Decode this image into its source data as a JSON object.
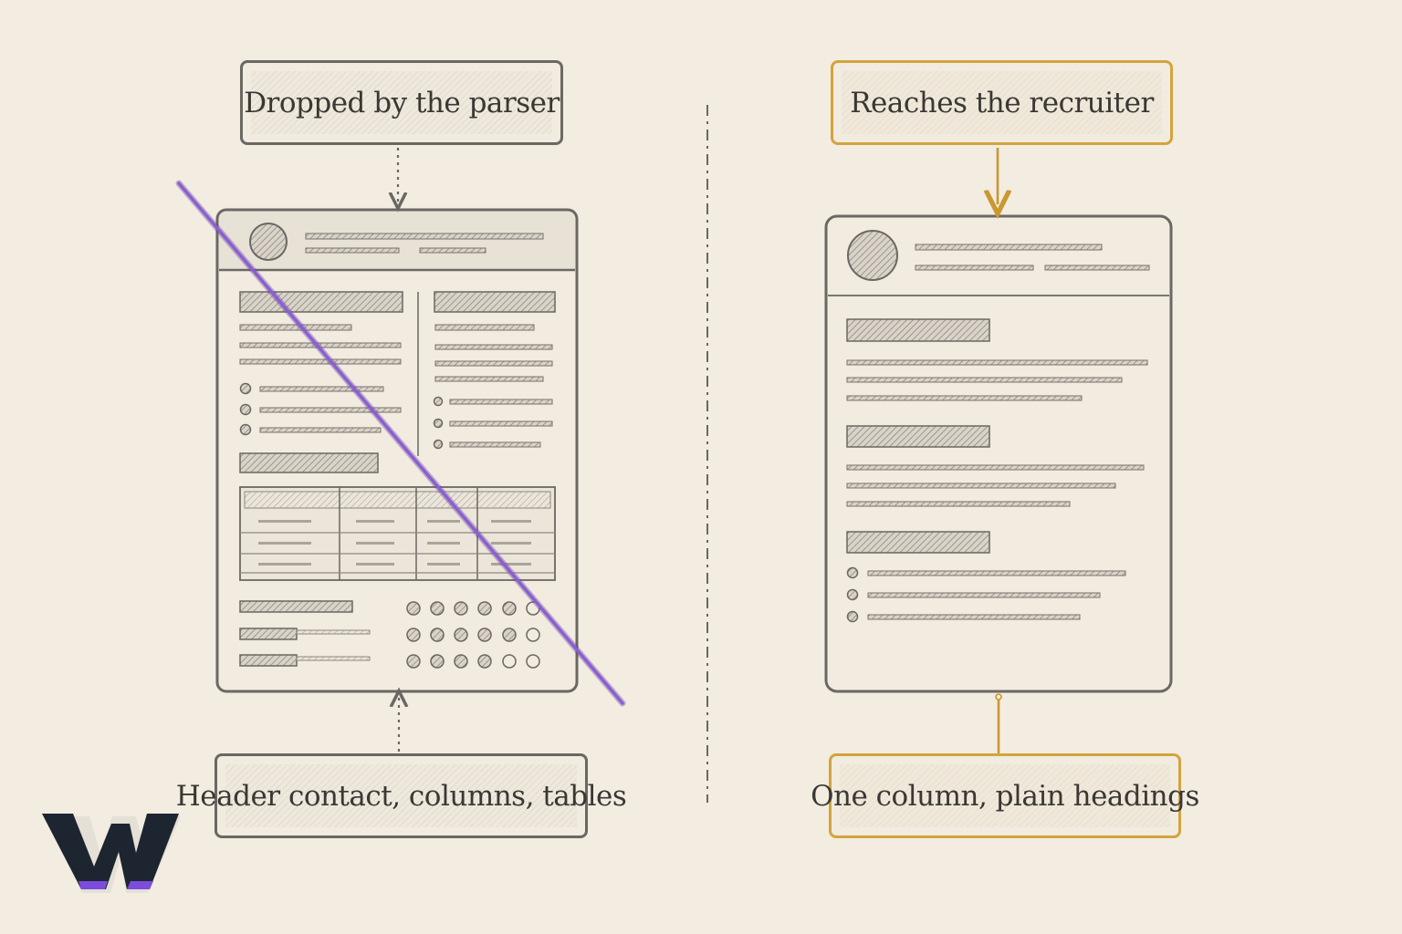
{
  "left_panel": {
    "top_label": "Dropped by the parser",
    "bottom_label": "Header contact, columns, tables"
  },
  "right_panel": {
    "top_label": "Reaches the recruiter",
    "bottom_label": "One column, plain headings"
  },
  "colors": {
    "background": "#f2ece1",
    "ink": "#6b6762",
    "accent_gold": "#d3a43c",
    "strike_purple": "#8a5fd0",
    "logo_dark": "#1d2530",
    "logo_accent": "#7c4ddb"
  }
}
